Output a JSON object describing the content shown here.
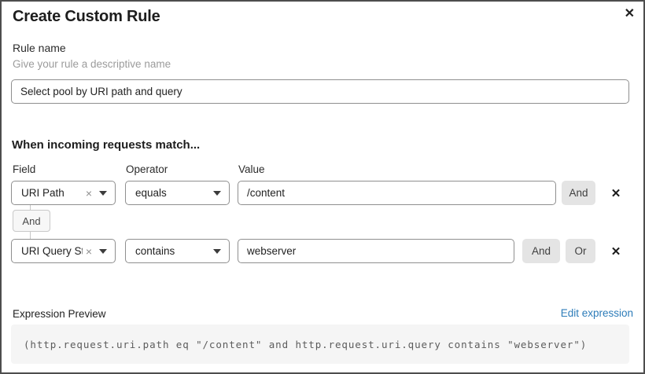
{
  "modal": {
    "title": "Create Custom Rule"
  },
  "icons": {
    "close": "✕",
    "delete_row": "✕",
    "remove_selection": "×"
  },
  "rule_name": {
    "label": "Rule name",
    "hint": "Give your rule a descriptive name",
    "value": "Select pool by URI path and query"
  },
  "matcher": {
    "heading": "When incoming requests match...",
    "columns": {
      "field": "Field",
      "operator": "Operator",
      "value": "Value"
    },
    "connector_label": "And",
    "rows": [
      {
        "field": "URI Path",
        "operator": "equals",
        "value": "/content",
        "buttons": [
          "And"
        ]
      },
      {
        "field": "URI Query St...",
        "operator": "contains",
        "value": "webserver",
        "buttons": [
          "And",
          "Or"
        ]
      }
    ]
  },
  "expression": {
    "label": "Expression Preview",
    "edit_link": "Edit expression",
    "code": "(http.request.uri.path eq \"/content\" and http.request.uri.query contains \"webserver\")"
  },
  "colors": {
    "link_blue": "#2d7cb9",
    "button_gray": "#e4e4e4",
    "border_gray": "#8f8f8f",
    "code_bg": "#f5f5f5",
    "modal_border": "#4e4e4e"
  }
}
